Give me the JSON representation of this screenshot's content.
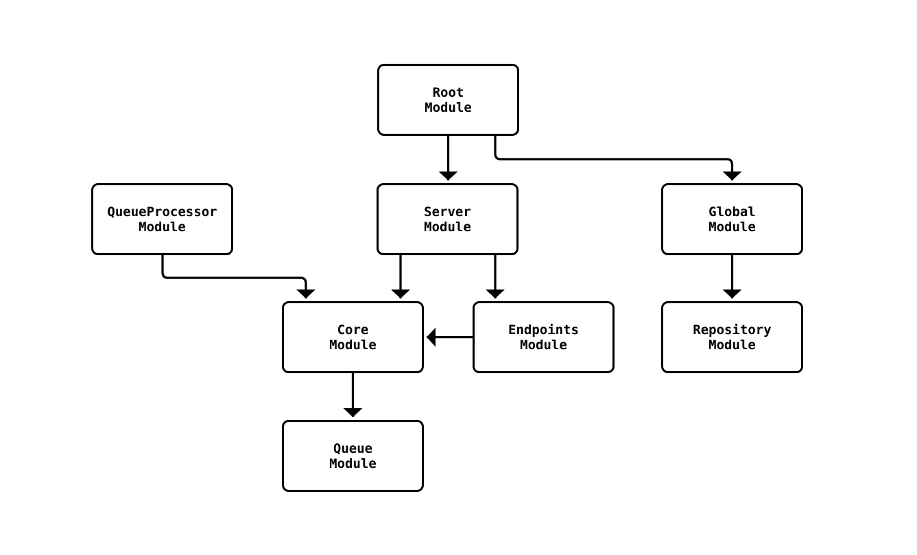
{
  "diagram": {
    "type": "flowchart",
    "background_color": "#ffffff",
    "line_color": "#000000",
    "node_fill": "#ffffff",
    "node_border_color": "#000000",
    "nodes": [
      {
        "id": "root",
        "line1": "Root",
        "line2": "Module"
      },
      {
        "id": "queueprocessor",
        "line1": "QueueProcessor",
        "line2": "Module"
      },
      {
        "id": "server",
        "line1": "Server",
        "line2": "Module"
      },
      {
        "id": "global",
        "line1": "Global",
        "line2": "Module"
      },
      {
        "id": "core",
        "line1": "Core",
        "line2": "Module"
      },
      {
        "id": "endpoints",
        "line1": "Endpoints",
        "line2": "Module"
      },
      {
        "id": "repository",
        "line1": "Repository",
        "line2": "Module"
      },
      {
        "id": "queue",
        "line1": "Queue",
        "line2": "Module"
      }
    ],
    "edges": [
      {
        "from": "root",
        "to": "server"
      },
      {
        "from": "root",
        "to": "global"
      },
      {
        "from": "queueprocessor",
        "to": "core"
      },
      {
        "from": "server",
        "to": "core"
      },
      {
        "from": "server",
        "to": "endpoints"
      },
      {
        "from": "endpoints",
        "to": "core"
      },
      {
        "from": "global",
        "to": "repository"
      },
      {
        "from": "core",
        "to": "queue"
      }
    ]
  }
}
